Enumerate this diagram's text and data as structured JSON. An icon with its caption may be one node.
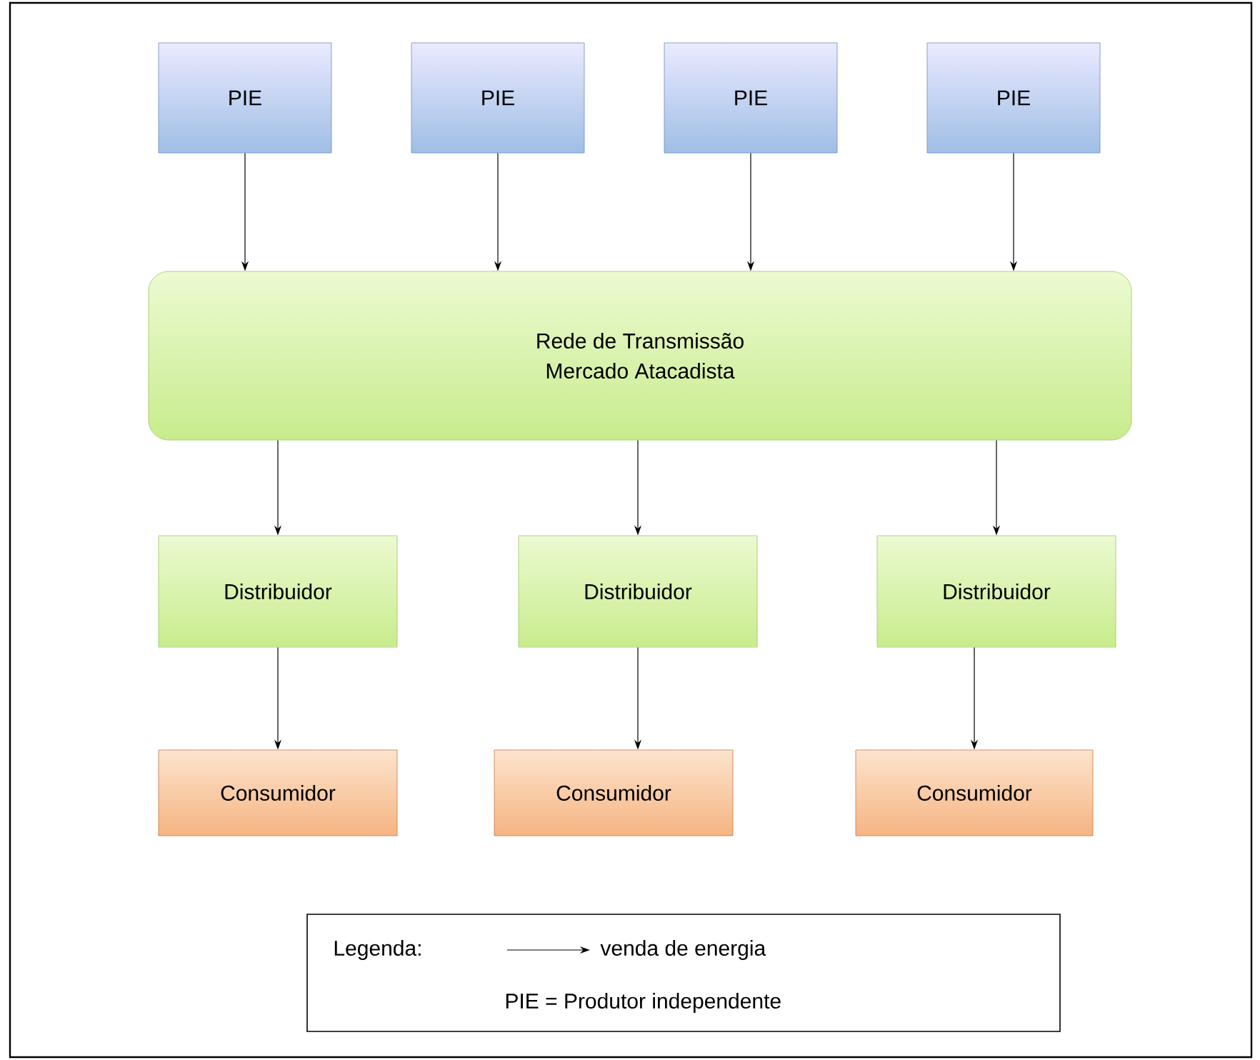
{
  "diagram": {
    "nodes": [
      {
        "text": [
          "PIE"
        ]
      },
      {
        "text": [
          "PIE"
        ]
      },
      {
        "text": [
          "PIE"
        ]
      },
      {
        "text": [
          "PIE"
        ]
      },
      {
        "text": [
          "Rede de Transmissão",
          "Mercado Atacadista"
        ]
      },
      {
        "text": [
          "Distribuidor"
        ]
      },
      {
        "text": [
          "Distribuidor"
        ]
      },
      {
        "text": [
          "Distribuidor"
        ]
      },
      {
        "text": [
          "Consumidor"
        ]
      },
      {
        "text": [
          "Consumidor"
        ]
      },
      {
        "text": [
          "Consumidor"
        ]
      }
    ],
    "edges": [
      {
        "from": 0,
        "to": 4,
        "arrow": "to"
      },
      {
        "from": 1,
        "to": 4,
        "arrow": "to"
      },
      {
        "from": 2,
        "to": 4,
        "arrow": "to"
      },
      {
        "from": 3,
        "to": 4,
        "arrow": "to"
      },
      {
        "from": 4,
        "to": 5,
        "arrow": "to"
      },
      {
        "from": 4,
        "to": 6,
        "arrow": "to"
      },
      {
        "from": 4,
        "to": 7,
        "arrow": "to"
      },
      {
        "from": 5,
        "to": 8,
        "arrow": "to"
      },
      {
        "from": 6,
        "to": 9,
        "arrow": "to"
      },
      {
        "from": 7,
        "to": 10,
        "arrow": "to"
      }
    ],
    "labels": [
      "Legenda:",
      "PIE = Produtor independente"
    ],
    "legend": [
      {
        "text": "venda de energia"
      }
    ]
  }
}
